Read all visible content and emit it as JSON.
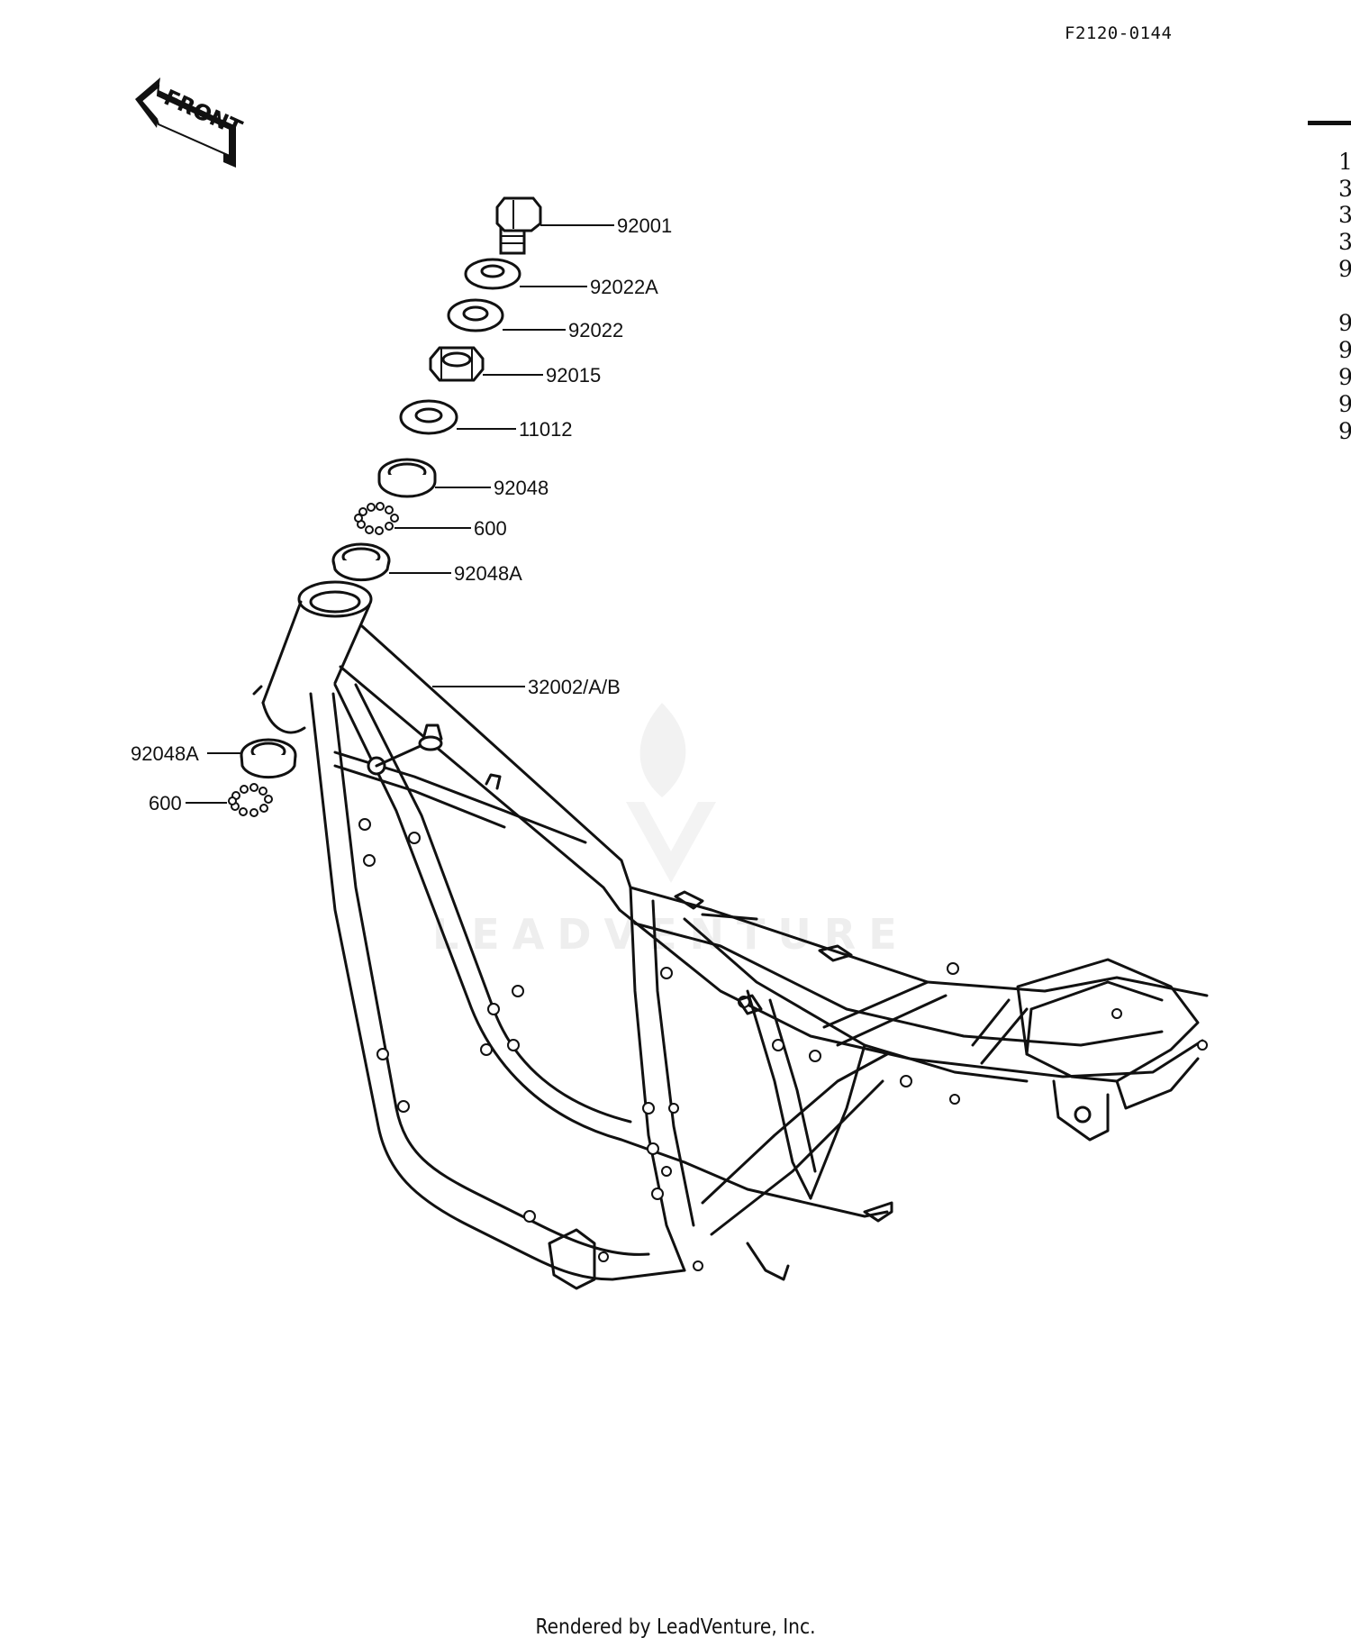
{
  "document_id": "F2120-0144",
  "direction_label": "FRONT",
  "watermark_text": "LEADVENTURE",
  "footer": "Rendered by LeadVenture, Inc.",
  "callouts": [
    {
      "id": "c1",
      "label": "92001"
    },
    {
      "id": "c2",
      "label": "92022A"
    },
    {
      "id": "c3",
      "label": "92022"
    },
    {
      "id": "c4",
      "label": "92015"
    },
    {
      "id": "c5",
      "label": "11012"
    },
    {
      "id": "c6",
      "label": "92048"
    },
    {
      "id": "c7",
      "label": "600"
    },
    {
      "id": "c8",
      "label": "92048A"
    },
    {
      "id": "c9",
      "label": "32002/A/B"
    },
    {
      "id": "c10",
      "label": "92048A"
    },
    {
      "id": "c11",
      "label": "600"
    }
  ],
  "side_column": [
    "1",
    "3",
    "3",
    "3",
    "9",
    "9",
    "9",
    "9",
    "9",
    "9"
  ]
}
